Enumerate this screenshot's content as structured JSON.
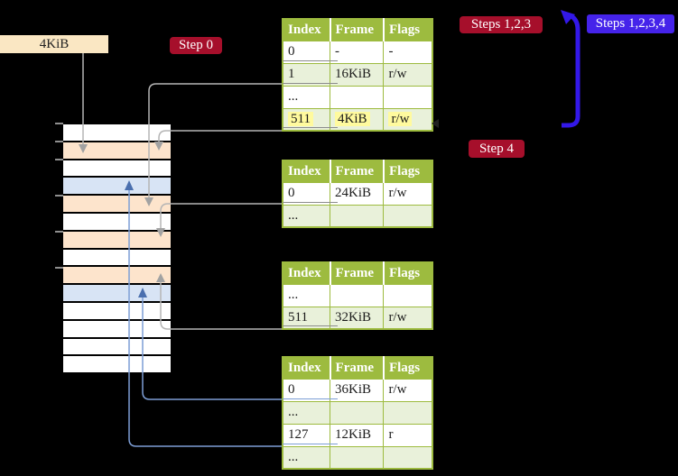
{
  "labels": {
    "page_size": "4KiB",
    "step0": "Step 0",
    "steps123": "Steps 1,2,3",
    "steps1234": "Steps 1,2,3,4",
    "step4": "Step 4"
  },
  "colors": {
    "bg": "#000000",
    "table_green": "#9dbb3f",
    "row_green": "#e9f1da",
    "cell_white": "#ffffff",
    "peach": "#fde4cc",
    "light_blue": "#d8e4f5",
    "highlight_yellow": "#fffa9e",
    "badge_red": "#a60f2b",
    "badge_blue": "#4523ea",
    "label_cream": "#fae7c3",
    "gray_line": "#b5b5b5",
    "gray_arrow": "#a2a2a2",
    "blue_line": "#7d9ed6",
    "blue_arrow_dark": "#4a6fae",
    "big_arrow_blue": "#3318e8"
  },
  "memory": {
    "rows": [
      "white",
      "peach",
      "white",
      "blue",
      "peach",
      "white",
      "peach",
      "white",
      "peach",
      "blue",
      "white",
      "white",
      "white",
      "white"
    ]
  },
  "tables": [
    {
      "headers": [
        "Index",
        "Frame",
        "Flags"
      ],
      "rows": [
        {
          "cells": [
            "0",
            "-",
            "-"
          ],
          "underline": true
        },
        {
          "cells": [
            "1",
            "16KiB",
            "r/w"
          ],
          "underline": true
        },
        {
          "cells": [
            "...",
            "",
            ""
          ]
        },
        {
          "cells": [
            "511",
            "4KiB",
            "r/w"
          ],
          "underline": true,
          "highlight": true
        }
      ]
    },
    {
      "headers": [
        "Index",
        "Frame",
        "Flags"
      ],
      "rows": [
        {
          "cells": [
            "0",
            "24KiB",
            "r/w"
          ],
          "underline": true
        },
        {
          "cells": [
            "...",
            "",
            ""
          ]
        }
      ]
    },
    {
      "headers": [
        "Index",
        "Frame",
        "Flags"
      ],
      "rows": [
        {
          "cells": [
            "...",
            "",
            ""
          ]
        },
        {
          "cells": [
            "511",
            "32KiB",
            "r/w"
          ],
          "underline": true
        }
      ]
    },
    {
      "headers": [
        "Index",
        "Frame",
        "Flags"
      ],
      "underline_color": "blue",
      "rows": [
        {
          "cells": [
            "0",
            "36KiB",
            "r/w"
          ],
          "underline": true
        },
        {
          "cells": [
            "...",
            "",
            ""
          ]
        },
        {
          "cells": [
            "127",
            "12KiB",
            "r"
          ],
          "underline": true
        },
        {
          "cells": [
            "...",
            "",
            ""
          ]
        }
      ]
    }
  ]
}
